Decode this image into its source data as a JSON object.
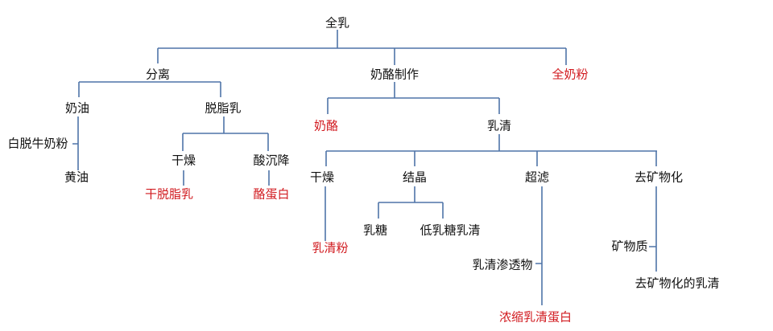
{
  "colors": {
    "line": "#4f74a8",
    "product": "#d11a1f",
    "text": "#111111"
  },
  "nodes": {
    "whole_milk": "全乳",
    "separation": "分离",
    "cheese_making": "奶酪制作",
    "whole_milk_powder": "全奶粉",
    "cream": "奶油",
    "skim_milk": "脱脂乳",
    "buttermilk_powder": "白脱牛奶粉",
    "butter": "黄油",
    "drying1": "干燥",
    "acid_precipitation": "酸沉降",
    "dry_skim_milk": "干脱脂乳",
    "casein": "酪蛋白",
    "cheese": "奶酪",
    "whey": "乳清",
    "drying2": "干燥",
    "crystallization": "结晶",
    "ultrafiltration": "超滤",
    "demineralization": "去矿物化",
    "whey_powder": "乳清粉",
    "lactose": "乳糖",
    "low_lactose_whey": "低乳糖乳清",
    "whey_permeate": "乳清渗透物",
    "whey_protein_concentrate": "浓缩乳清蛋白",
    "minerals": "矿物质",
    "demineralized_whey": "去矿物化的乳清"
  }
}
